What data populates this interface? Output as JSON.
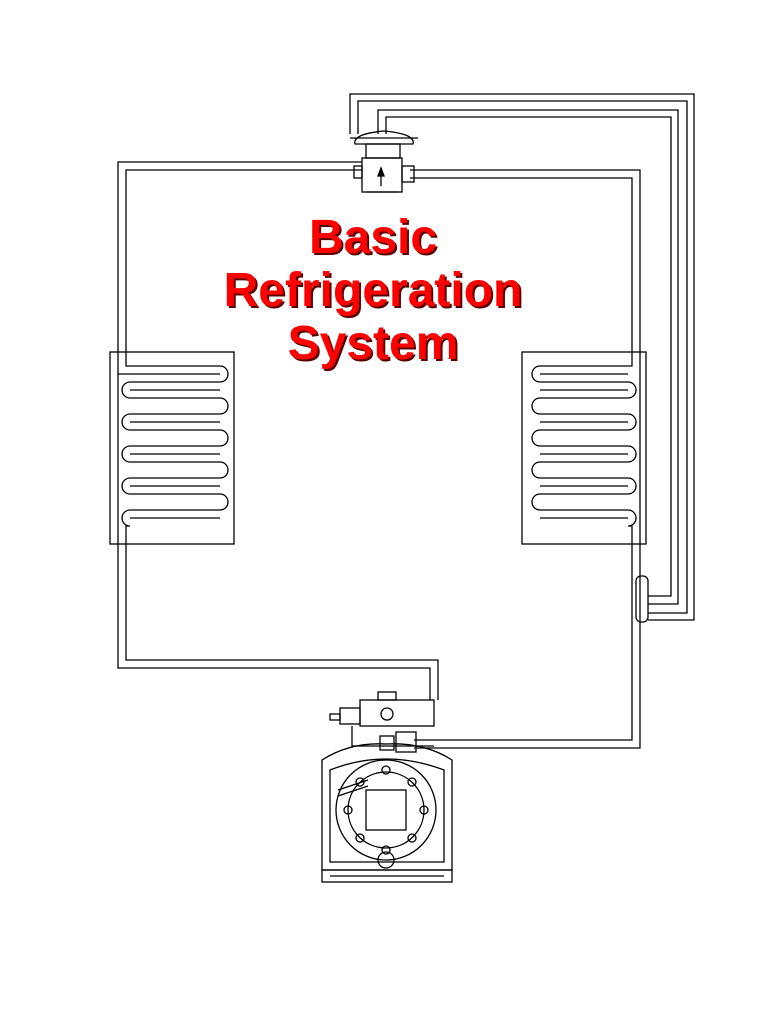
{
  "title": {
    "line1": "Basic",
    "line2": "Refrigeration",
    "line3": "System",
    "color": "#ff0000"
  },
  "components": {
    "left_coil": "condenser-coil",
    "right_coil": "evaporator-coil",
    "top_valve": "expansion-valve",
    "bottom_unit": "compressor",
    "right_bulb": "sensing-bulb"
  },
  "colors": {
    "line": "#000000",
    "background": "#ffffff"
  }
}
